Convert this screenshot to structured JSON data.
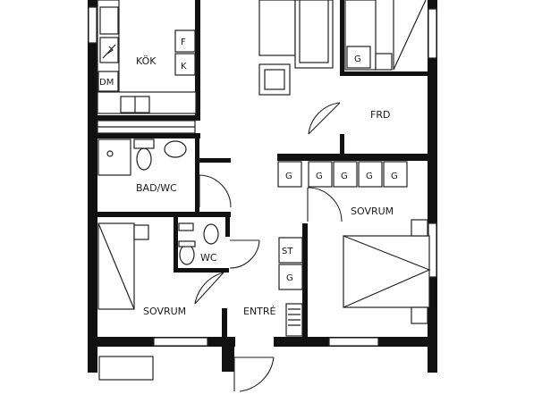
{
  "rooms": {
    "kitchen": "KÖK",
    "bath": "BAD/WC",
    "wc": "WC",
    "bedroom_left": "SOVRUM",
    "bedroom_right": "SOVRUM",
    "entrance": "ENTRÉ",
    "storage": "FRD"
  },
  "fixtures": {
    "fridge": "F",
    "freezer": "K",
    "dishwasher": "DM",
    "wardrobe": "G",
    "cabinet": "ST"
  }
}
